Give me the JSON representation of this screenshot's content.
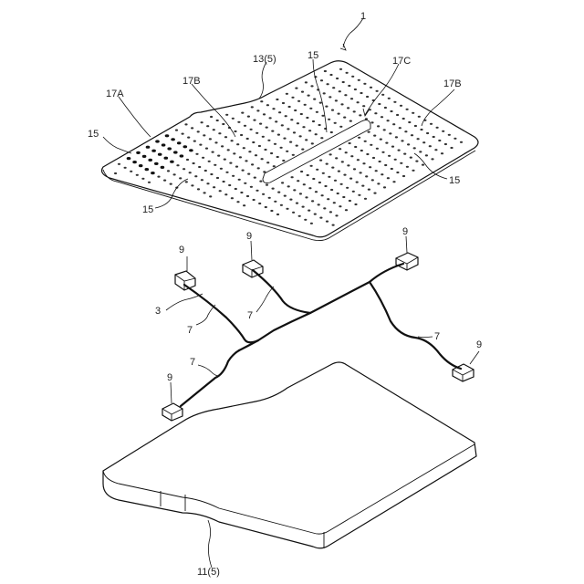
{
  "figure": {
    "labels": {
      "assembly": "1",
      "top_outer": "13(5)",
      "hole_top": "15",
      "slot": "17C",
      "area_left": "17B",
      "area_right": "17B",
      "area_dense": "17A",
      "hole_left": "15",
      "hole_bottom_left": "15",
      "hole_right": "15",
      "harness": "3",
      "connector_1": "9",
      "connector_2": "9",
      "connector_3": "9",
      "connector_4": "9",
      "connector_5": "9",
      "wire_1": "7",
      "wire_2": "7",
      "wire_3": "7",
      "wire_4": "7",
      "pad": "11(5)"
    }
  }
}
